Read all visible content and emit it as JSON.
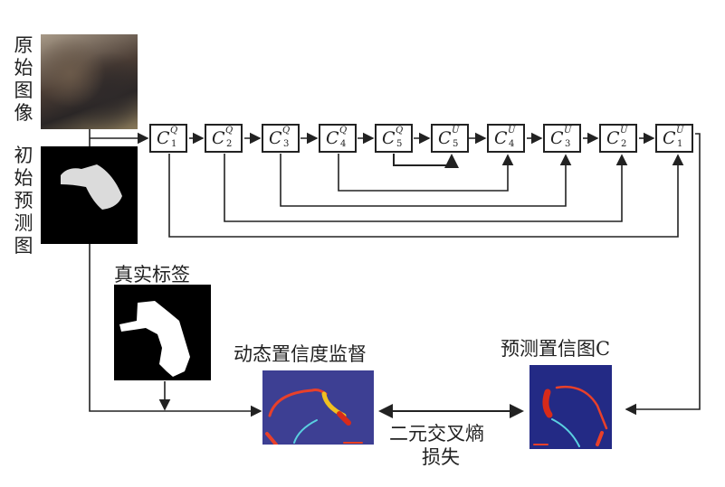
{
  "labels": {
    "original_image": "原始图像",
    "initial_prediction": "初始预测图",
    "ground_truth": "真实标签",
    "dynamic_supervision": "动态置信度监督",
    "predicted_confidence": "预测置信图C",
    "loss_line1": "二元交叉熵",
    "loss_line2": "损失"
  },
  "blocks": [
    {
      "c": "C",
      "sup": "Q",
      "sub": "1"
    },
    {
      "c": "C",
      "sup": "Q",
      "sub": "2"
    },
    {
      "c": "C",
      "sup": "Q",
      "sub": "3"
    },
    {
      "c": "C",
      "sup": "Q",
      "sub": "4"
    },
    {
      "c": "C",
      "sup": "Q",
      "sub": "5"
    },
    {
      "c": "C",
      "sup": "U",
      "sub": "5"
    },
    {
      "c": "C",
      "sup": "U",
      "sub": "4"
    },
    {
      "c": "C",
      "sup": "U",
      "sub": "3"
    },
    {
      "c": "C",
      "sup": "U",
      "sub": "2"
    },
    {
      "c": "C",
      "sup": "U",
      "sub": "1"
    }
  ],
  "colors": {
    "line": "#222222",
    "heatmap_bg": "#3d3f93",
    "pred_bg": "#232a85"
  }
}
